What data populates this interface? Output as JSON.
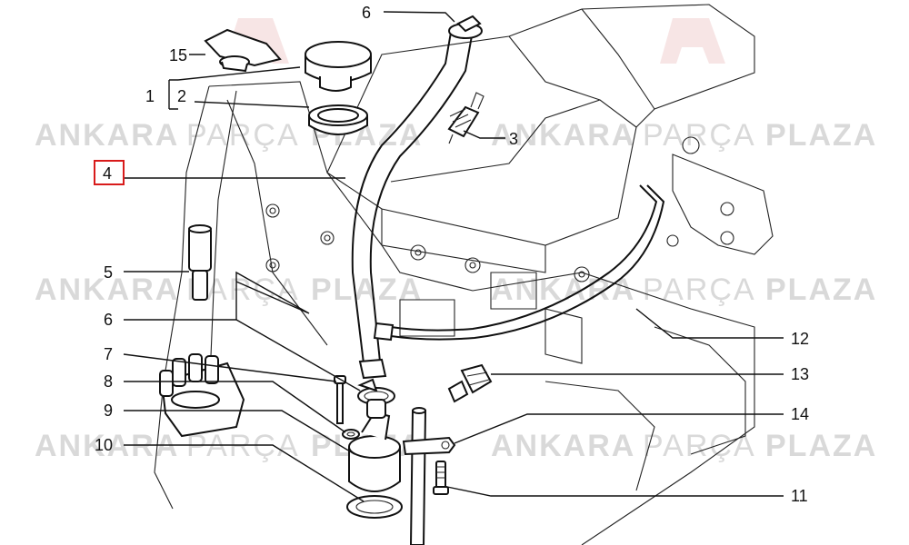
{
  "watermark": {
    "word1": "ANKARA",
    "word2": "PARÇA",
    "word3": "PLAZA",
    "logo": "AP"
  },
  "highlight_color": "#d81b1b",
  "callouts": [
    {
      "id": "1",
      "label": "1"
    },
    {
      "id": "2",
      "label": "2"
    },
    {
      "id": "3",
      "label": "3"
    },
    {
      "id": "4",
      "label": "4",
      "highlighted": true
    },
    {
      "id": "5",
      "label": "5"
    },
    {
      "id": "6a",
      "label": "6"
    },
    {
      "id": "6b",
      "label": "6"
    },
    {
      "id": "7",
      "label": "7"
    },
    {
      "id": "8",
      "label": "8"
    },
    {
      "id": "9",
      "label": "9"
    },
    {
      "id": "10",
      "label": "10"
    },
    {
      "id": "11",
      "label": "11"
    },
    {
      "id": "12",
      "label": "12"
    },
    {
      "id": "13",
      "label": "13"
    },
    {
      "id": "14",
      "label": "14"
    },
    {
      "id": "15",
      "label": "15"
    }
  ]
}
